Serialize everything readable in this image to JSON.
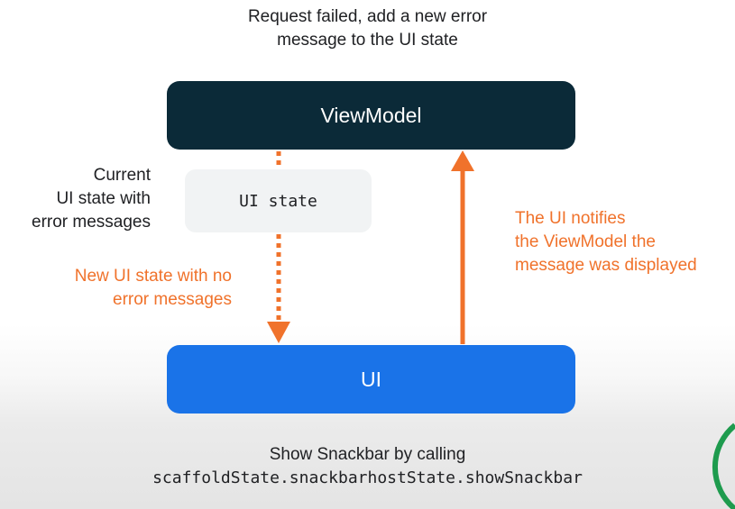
{
  "top_caption": [
    "Request failed, add a new error",
    "message to the UI state"
  ],
  "viewmodel": {
    "label": "ViewModel"
  },
  "ui_state": {
    "label": "UI state"
  },
  "ui": {
    "label": "UI"
  },
  "left_note": [
    "Current",
    "UI state with",
    "error messages"
  ],
  "new_state_note": [
    "New UI state with no",
    "error messages"
  ],
  "notify_note": [
    "The UI notifies",
    "the ViewModel the",
    "message was displayed"
  ],
  "bottom_caption": {
    "line1": "Show Snackbar by calling",
    "line2": "scaffoldState.snackbarhostState.showSnackbar"
  },
  "colors": {
    "viewmodel_bg": "#0b2a38",
    "ui_bg": "#1a73e8",
    "state_bg": "#f1f3f4",
    "accent_orange": "#f0722b"
  }
}
